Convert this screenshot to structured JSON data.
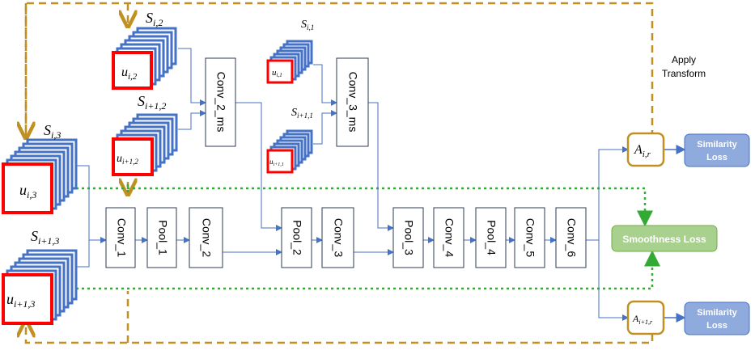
{
  "labels": {
    "s_i3": "S",
    "s_i3_sub": "i,3",
    "u_i3": "u",
    "u_i3_sub": "i,3",
    "s_i13": "S",
    "s_i13_sub": "i+1,3",
    "u_i13": "u",
    "u_i13_sub": "i+1,3",
    "s_i2": "S",
    "s_i2_sub": "i,2",
    "u_i2": "u",
    "u_i2_sub": "i,2",
    "s_i12": "S",
    "s_i12_sub": "i+1,2",
    "u_i12": "u",
    "u_i12_sub": "i+1,2",
    "s_i1": "S",
    "s_i1_sub": "i,1",
    "u_i1": "u",
    "u_i1_sub": "i,1",
    "s_i11": "S",
    "s_i11_sub": "i+1,1",
    "u_i11": "u",
    "u_i11_sub": "i+1,1",
    "a_ir": "A",
    "a_ir_sub": "i,r",
    "a_i1r": "A",
    "a_i1r_sub": "i+1,r"
  },
  "blocks": {
    "conv1": "Conv_1",
    "pool1": "Pool_1",
    "conv2": "Conv_2",
    "pool2": "Pool_2",
    "conv3": "Conv_3",
    "pool3": "Pool_3",
    "conv4": "Conv_4",
    "pool4": "Pool_4",
    "conv5": "Conv_5",
    "conv6": "Conv_6",
    "conv2ms": "Conv_2_ms",
    "conv3ms": "Conv_3_ms"
  },
  "losses": {
    "similarity_top_1": "Similarity",
    "similarity_top_2": "Loss",
    "similarity_bottom_1": "Similarity",
    "similarity_bottom_2": "Loss",
    "smoothness": "Smoothness Loss"
  },
  "annotations": {
    "apply_transform_1": "Apply",
    "apply_transform_2": "Transform"
  },
  "colors": {
    "stack_blue": "#4472c4",
    "red_box": "#ff0000",
    "gold": "#c09020",
    "green_dotted": "#33aa33",
    "loss_blue": "#8faadc",
    "loss_green": "#a9d18e",
    "arrow_blue": "#4472c4"
  }
}
